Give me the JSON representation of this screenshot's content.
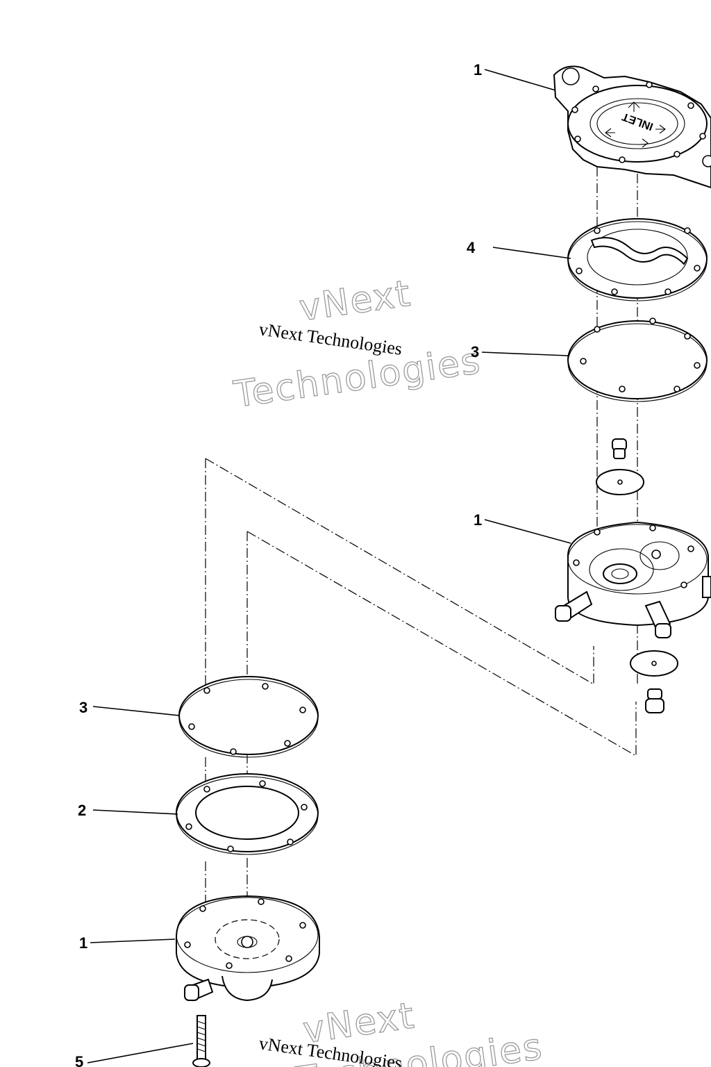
{
  "callouts": {
    "top_cover": "1",
    "gasket_top": "4",
    "diaphragm_top": "3",
    "middle_body": "1",
    "diaphragm_bottom": "3",
    "ring_gasket": "2",
    "bottom_cover": "1",
    "bolt": "5"
  },
  "top_cover_marking": "INLET",
  "watermark": {
    "line1": "vNext",
    "line2": "Technologies",
    "script": "vNext Technologies"
  },
  "colors": {
    "ink": "#000000",
    "watermark_outline": "#9a9a9a",
    "background": "#ffffff"
  }
}
